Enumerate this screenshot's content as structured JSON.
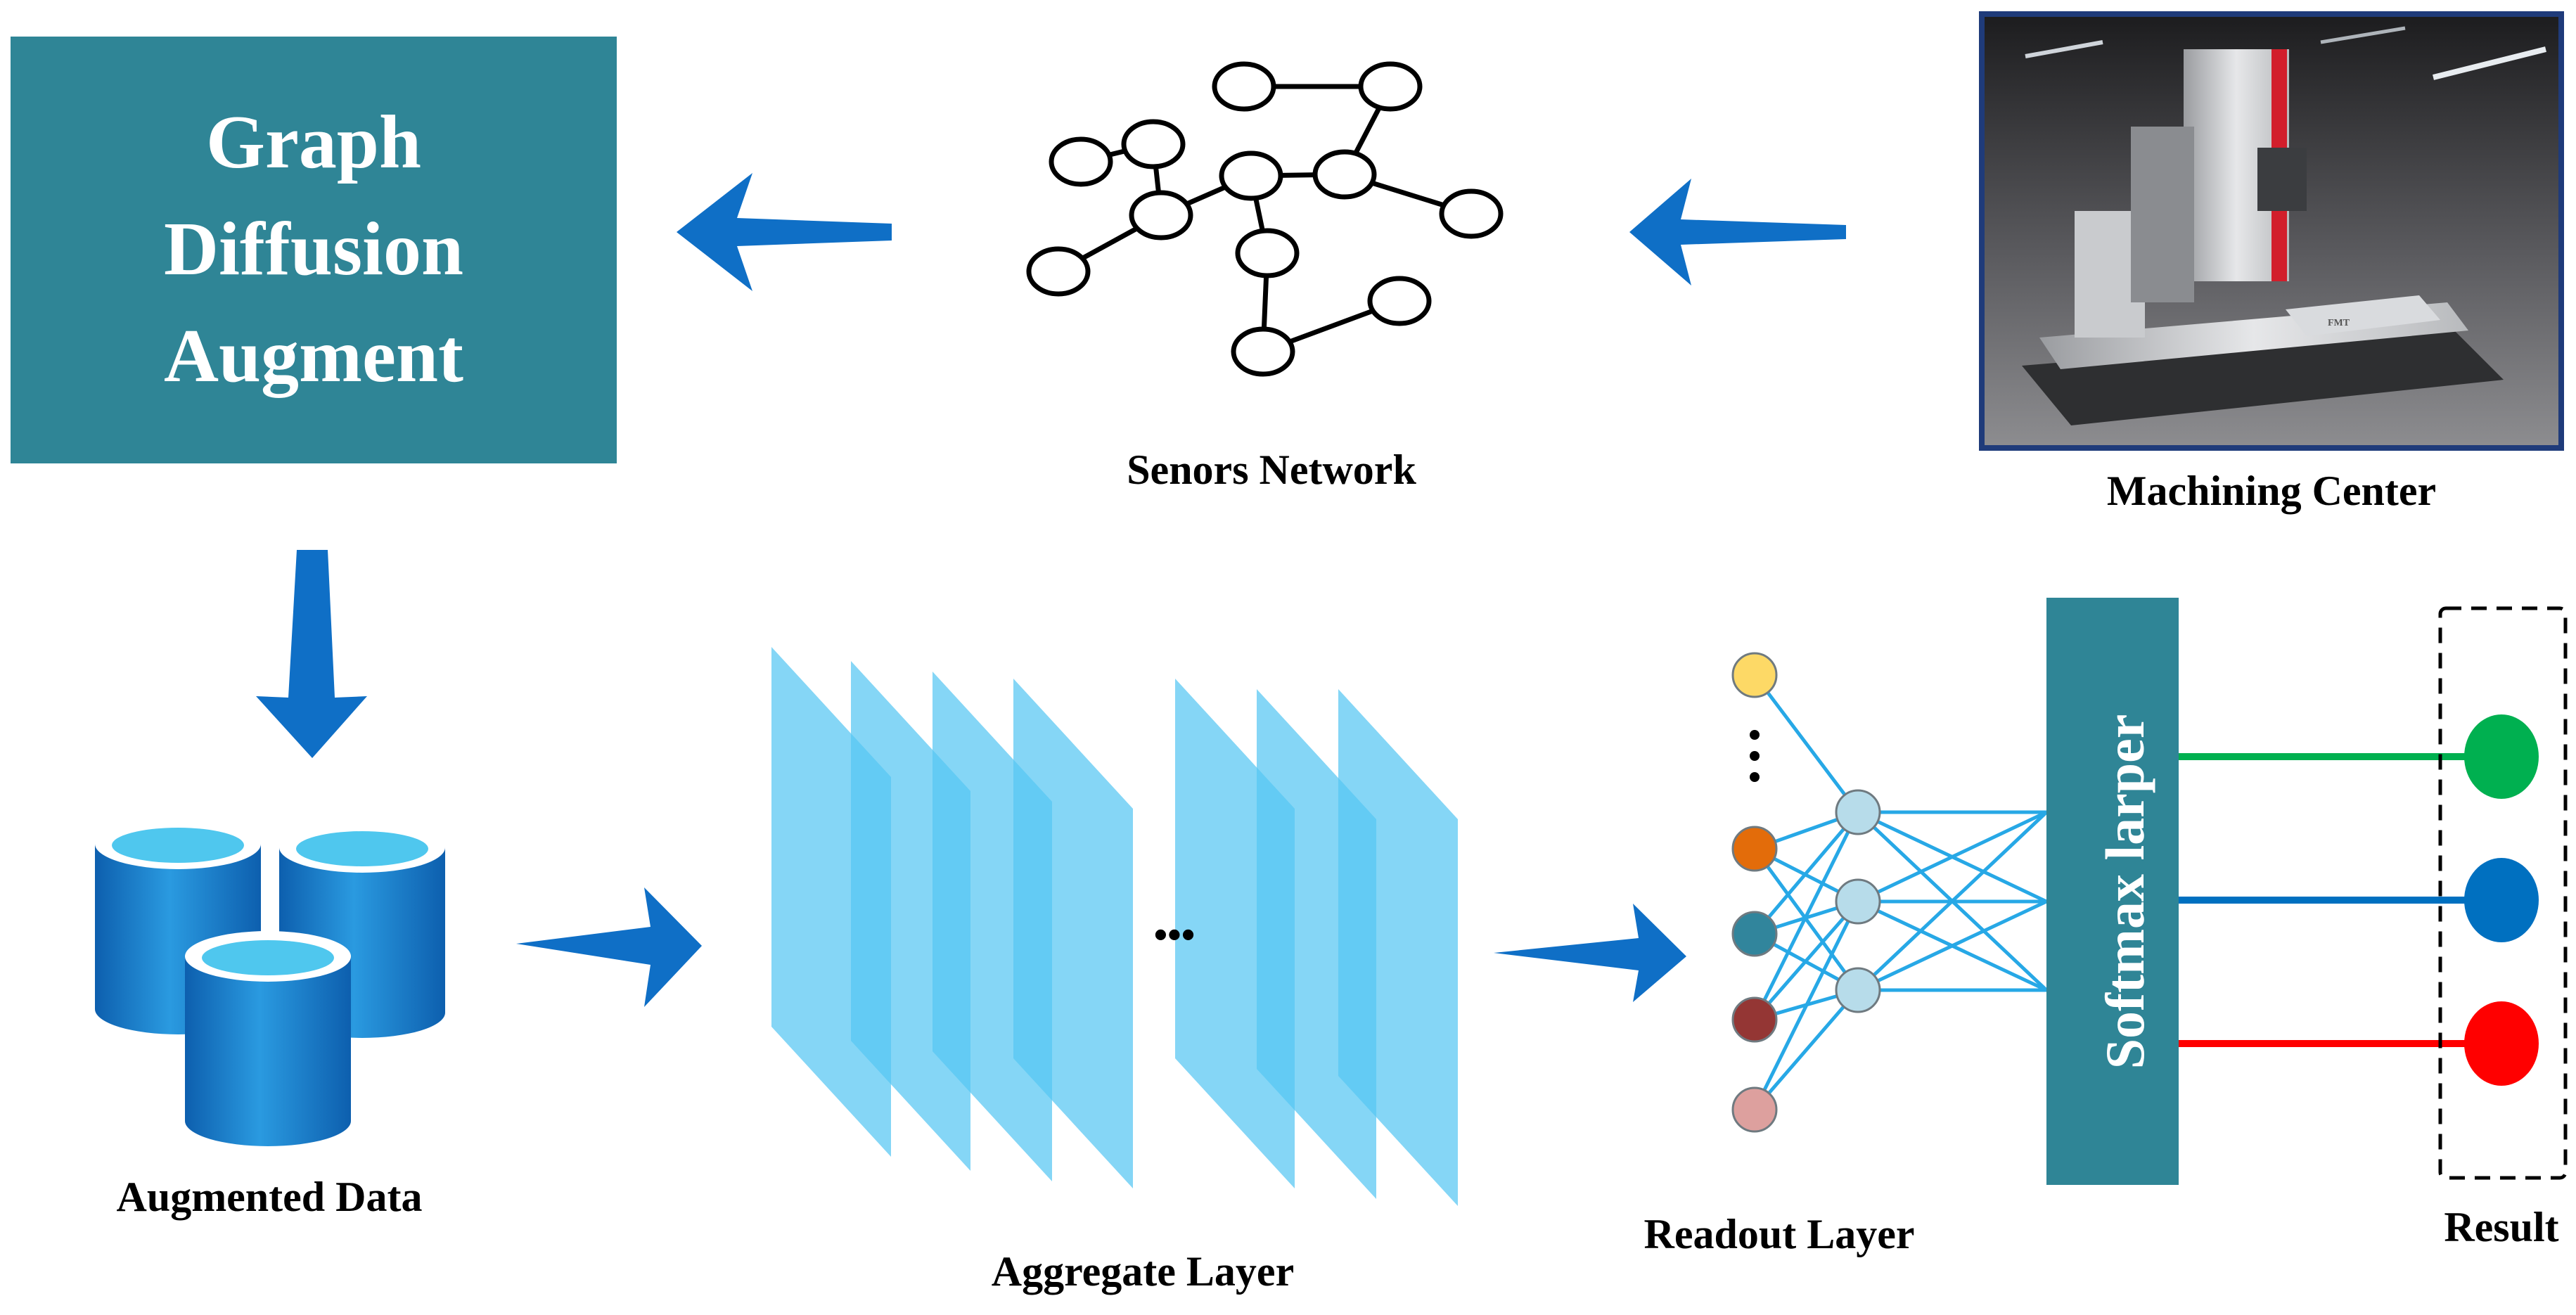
{
  "graph_box": {
    "line1": "Graph",
    "line2": "Diffusion",
    "line3": "Augment"
  },
  "labels": {
    "sensors_network": "Senors Network",
    "machining_center": "Machining Center",
    "augmented_data": "Augmented Data",
    "aggregate_layer": "Aggregate Layer",
    "readout_layer": "Readout Layer",
    "result": "Result"
  },
  "softmax": {
    "label": "Softmax larper"
  },
  "aggregate_ellipsis": "•••",
  "colors": {
    "teal_box": "#2f8596",
    "arrow_blue": "#0f6fc6",
    "cylinder_blue": "#1a82cf",
    "panel_blue": "#56c6f2",
    "readout_node": "#b7dcea",
    "edge_blue": "#27a8e6",
    "result_green": "#00b050",
    "result_blue": "#0070c0",
    "result_red": "#ff0000",
    "input_nodes": [
      "#fdd966",
      "#e36c0a",
      "#31859c",
      "#943634",
      "#dda09e"
    ]
  },
  "icons": {
    "photo": "machining-center-photo",
    "database": "database-cylinders-icon"
  }
}
